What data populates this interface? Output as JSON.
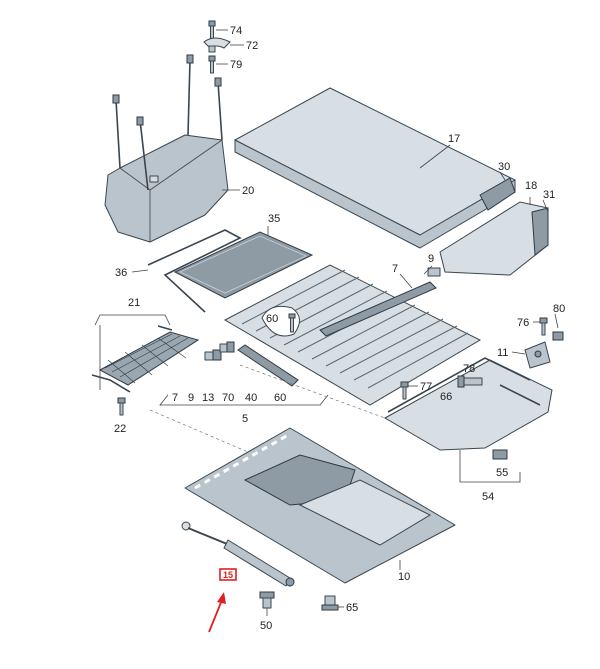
{
  "callouts": [
    {
      "id": "c74",
      "text": "74"
    },
    {
      "id": "c72",
      "text": "72"
    },
    {
      "id": "c79",
      "text": "79"
    },
    {
      "id": "c17",
      "text": "17"
    },
    {
      "id": "c30",
      "text": "30"
    },
    {
      "id": "c18",
      "text": "18"
    },
    {
      "id": "c31",
      "text": "31"
    },
    {
      "id": "c20",
      "text": "20"
    },
    {
      "id": "c35",
      "text": "35"
    },
    {
      "id": "c36",
      "text": "36"
    },
    {
      "id": "c7a",
      "text": "7"
    },
    {
      "id": "c9a",
      "text": "9"
    },
    {
      "id": "c21",
      "text": "21"
    },
    {
      "id": "c60a",
      "text": "60"
    },
    {
      "id": "c80",
      "text": "80"
    },
    {
      "id": "c76",
      "text": "76"
    },
    {
      "id": "c11",
      "text": "11"
    },
    {
      "id": "c77",
      "text": "77"
    },
    {
      "id": "c78",
      "text": "78"
    },
    {
      "id": "c66",
      "text": "66"
    },
    {
      "id": "c7b",
      "text": "7"
    },
    {
      "id": "c9b",
      "text": "9"
    },
    {
      "id": "c13",
      "text": "13"
    },
    {
      "id": "c70",
      "text": "70"
    },
    {
      "id": "c40",
      "text": "40"
    },
    {
      "id": "c60b",
      "text": "60"
    },
    {
      "id": "c5",
      "text": "5"
    },
    {
      "id": "c22",
      "text": "22"
    },
    {
      "id": "c55",
      "text": "55"
    },
    {
      "id": "c54",
      "text": "54"
    },
    {
      "id": "c10",
      "text": "10"
    },
    {
      "id": "c65",
      "text": "65"
    },
    {
      "id": "c50",
      "text": "50"
    }
  ],
  "highlight": {
    "text": "15",
    "color": "#e02020"
  },
  "colors": {
    "part": "#b9c4cc",
    "outline": "#3b4650",
    "accent": "#e02020"
  }
}
